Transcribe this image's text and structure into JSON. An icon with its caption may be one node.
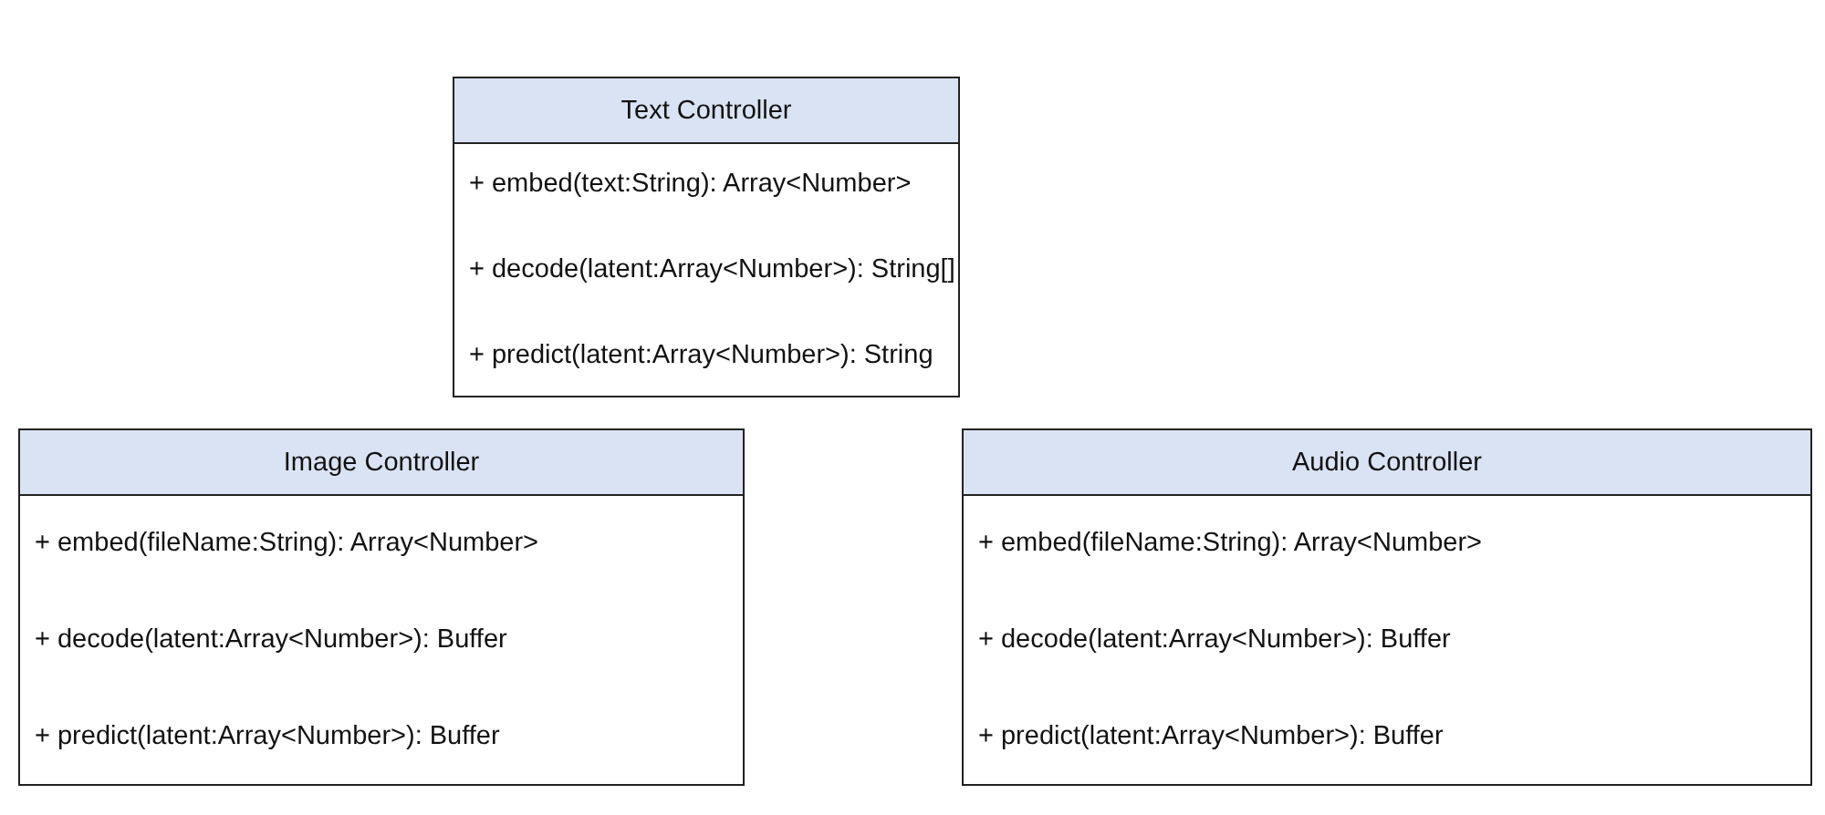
{
  "diagram": {
    "nodes": [
      {
        "text": [
          "Text Controller",
          "+ embed(text:String): Array<Number>",
          "+ decode(latent:Array<Number>): String[]",
          "+ predict(latent:Array<Number>): String"
        ]
      },
      {
        "text": [
          "Image Controller",
          "+ embed(fileName:String): Array<Number>",
          "+ decode(latent:Array<Number>): Buffer",
          "+ predict(latent:Array<Number>): Buffer"
        ]
      },
      {
        "text": [
          "Audio Controller",
          "+ embed(fileName:String): Array<Number>",
          "+ decode(latent:Array<Number>): Buffer",
          "+ predict(latent:Array<Number>): Buffer"
        ]
      }
    ]
  }
}
